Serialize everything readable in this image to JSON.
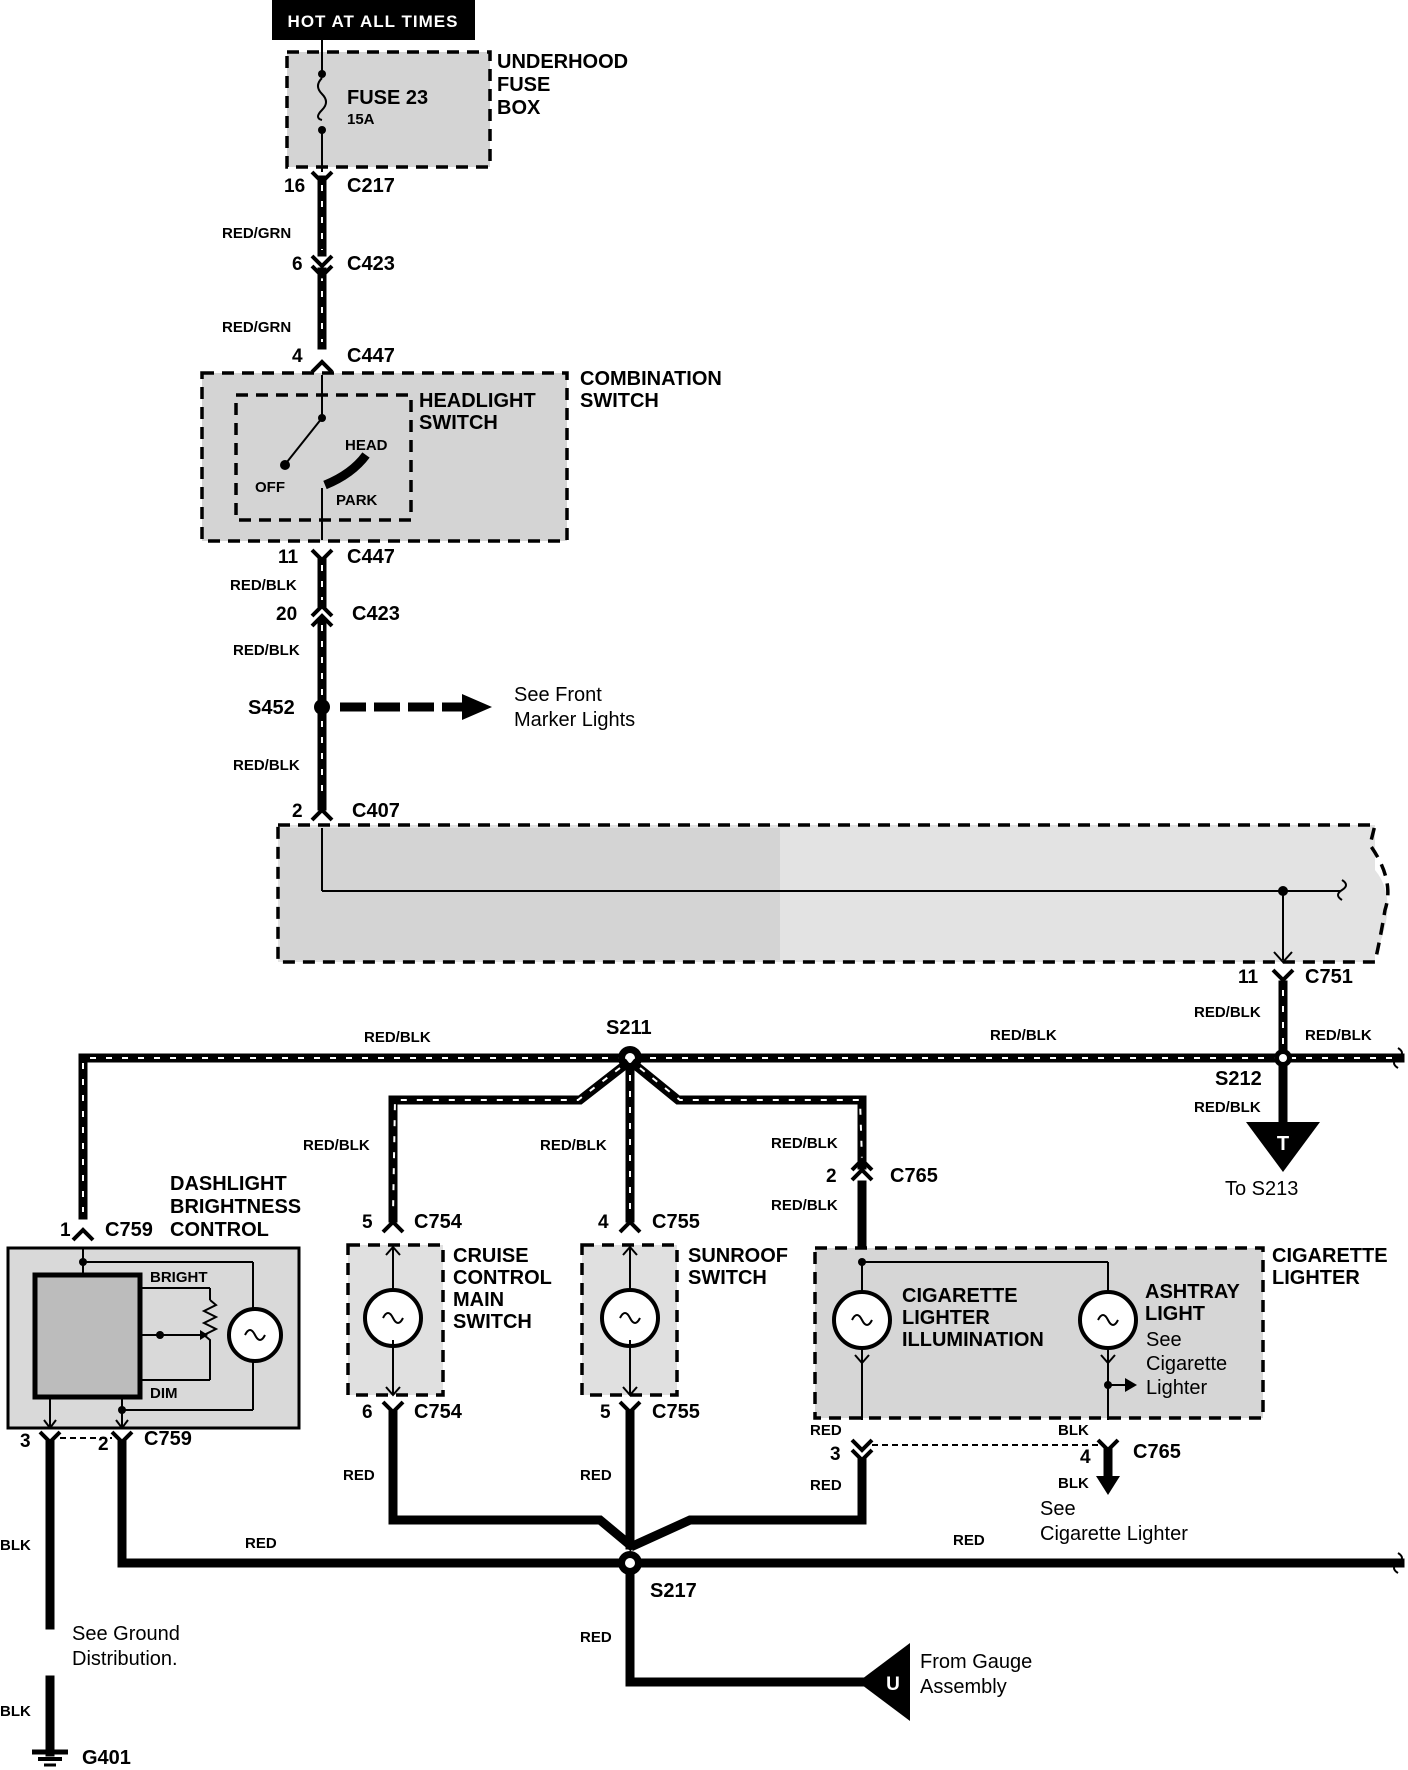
{
  "power": {
    "title": "HOT AT ALL TIMES"
  },
  "fuse_box": {
    "title_line1": "UNDERHOOD",
    "title_line2": "FUSE",
    "title_line3": "BOX",
    "fuse": "FUSE 23",
    "rating": "15A"
  },
  "c217": {
    "pin": "16",
    "name": "C217"
  },
  "wires": {
    "red_grn": "RED/GRN",
    "red_blk": "RED/BLK",
    "red": "RED",
    "blk": "BLK"
  },
  "c423_top": {
    "pin": "6",
    "name": "C423"
  },
  "c447_top": {
    "pin": "4",
    "name": "C447"
  },
  "combination_switch": {
    "line1": "COMBINATION",
    "line2": "SWITCH"
  },
  "headlight_switch": {
    "line1": "HEADLIGHT",
    "line2": "SWITCH",
    "head": "HEAD",
    "off": "OFF",
    "park": "PARK"
  },
  "c447_bottom": {
    "pin": "11",
    "name": "C447"
  },
  "c423_bottom": {
    "pin": "20",
    "name": "C423"
  },
  "s452": {
    "name": "S452",
    "see_line1": "See Front",
    "see_line2": "Marker Lights"
  },
  "c407": {
    "pin": "2",
    "name": "C407"
  },
  "c751": {
    "pin": "11",
    "name": "C751"
  },
  "s211": {
    "name": "S211"
  },
  "s212": {
    "name": "S212",
    "to": "To S213",
    "letter": "T"
  },
  "dashlight": {
    "line1": "DASHLIGHT",
    "line2": "BRIGHTNESS",
    "line3": "CONTROL",
    "bright": "BRIGHT",
    "dim": "DIM"
  },
  "c759_top": {
    "pin": "1",
    "name": "C759"
  },
  "c759_bottom": {
    "pin3": "3",
    "pin2": "2",
    "name": "C759"
  },
  "cruise": {
    "line1": "CRUISE",
    "line2": "CONTROL",
    "line3": "MAIN",
    "line4": "SWITCH"
  },
  "c754_top": {
    "pin": "5",
    "name": "C754"
  },
  "c754_bottom": {
    "pin": "6",
    "name": "C754"
  },
  "sunroof": {
    "line1": "SUNROOF",
    "line2": "SWITCH"
  },
  "c755_top": {
    "pin": "4",
    "name": "C755"
  },
  "c755_bottom": {
    "pin": "5",
    "name": "C755"
  },
  "c765_top": {
    "pin": "2",
    "name": "C765"
  },
  "cig_lighter": {
    "line1": "CIGARETTE",
    "line2": "LIGHTER"
  },
  "cig_illum": {
    "line1": "CIGARETTE",
    "line2": "LIGHTER",
    "line3": "ILLUMINATION"
  },
  "ashtray": {
    "line1": "ASHTRAY",
    "line2": "LIGHT",
    "see1": "See",
    "see2": "Cigarette",
    "see3": "Lighter"
  },
  "c765_bottom": {
    "pin3": "3",
    "pin4": "4",
    "name": "C765"
  },
  "see_cig": {
    "line1": "See",
    "line2": "Cigarette Lighter"
  },
  "s217": {
    "name": "S217"
  },
  "ground": {
    "see1": "See Ground",
    "see2": "Distribution.",
    "name": "G401"
  },
  "gauge": {
    "line1": "From Gauge",
    "line2": "Assembly",
    "letter": "U"
  }
}
